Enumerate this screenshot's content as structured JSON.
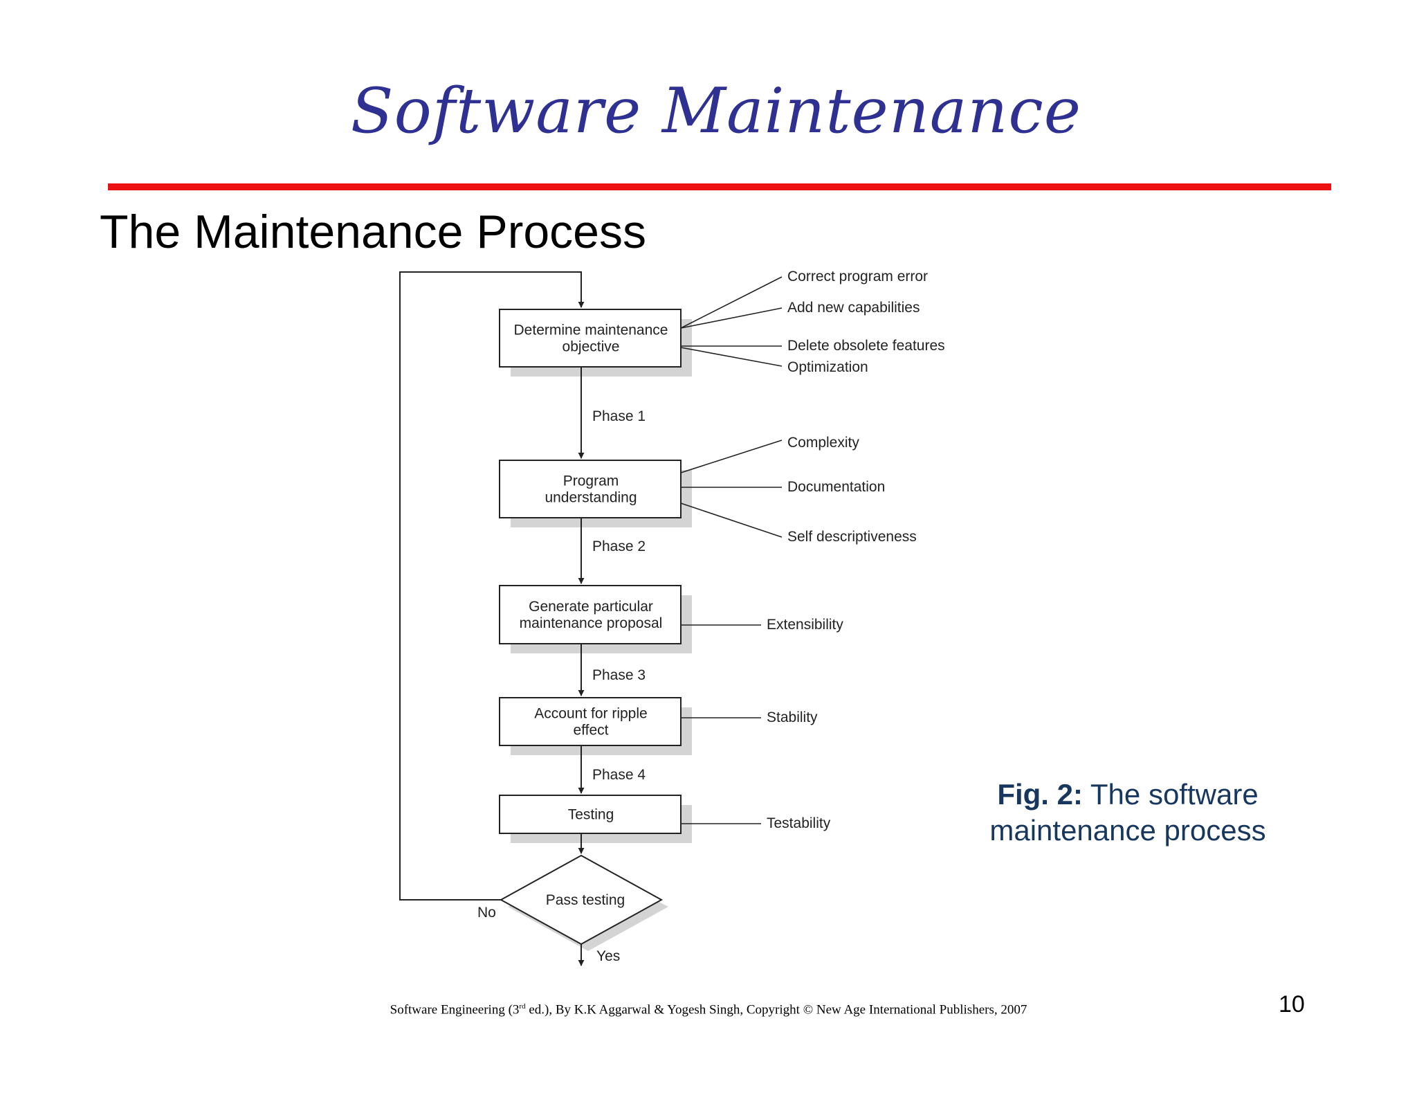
{
  "slide": {
    "title": "Software Maintenance",
    "heading": "The Maintenance Process",
    "page_number": "10"
  },
  "caption": {
    "label": "Fig. 2:",
    "text": "The software maintenance process"
  },
  "footer": {
    "before_sup": "Software Engineering (3",
    "sup": "rd",
    "after_sup": " ed.), By K.K Aggarwal & Yogesh Singh, Copyright © New Age International Publishers, 2007"
  },
  "flowchart": {
    "boxes": [
      {
        "lines": [
          "Determine maintenance",
          "objective"
        ]
      },
      {
        "lines": [
          "Program",
          "understanding"
        ]
      },
      {
        "lines": [
          "Generate particular",
          "maintenance proposal"
        ]
      },
      {
        "lines": [
          "Account for ripple",
          "effect"
        ]
      },
      {
        "lines": [
          "Testing"
        ]
      }
    ],
    "phases": [
      "Phase 1",
      "Phase 2",
      "Phase 3",
      "Phase 4"
    ],
    "decision": "Pass testing",
    "no_label": "No",
    "yes_label": "Yes",
    "attributes": [
      [
        "Correct program error",
        "Add new capabilities",
        "Delete obsolete features",
        "Optimization"
      ],
      [
        "Complexity",
        "Documentation",
        "Self descriptiveness"
      ],
      [
        "Extensibility"
      ],
      [
        "Stability"
      ],
      [
        "Testability"
      ]
    ]
  },
  "colors": {
    "title": "#2e3192",
    "rule": "#ee1111",
    "caption": "#17375e",
    "shadow": "#d4d4d4"
  }
}
